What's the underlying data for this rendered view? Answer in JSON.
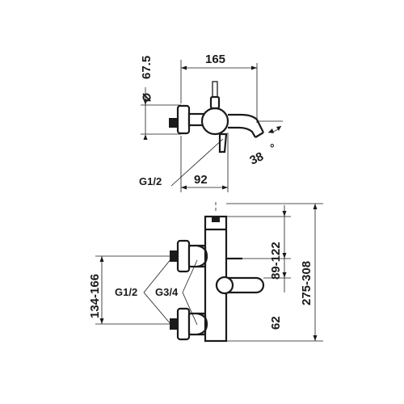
{
  "top_view": {
    "width_dim": "165",
    "diameter_dim": "67.5",
    "diameter_symbol": "⌀",
    "angle_dim": "38",
    "degree_symbol": "°",
    "offset_dim": "92",
    "thread_label": "G1/2"
  },
  "front_view": {
    "height_total_dim": "275-308",
    "height_upper_dim": "89-122",
    "spout_dim": "62",
    "connection_spacing_dim": "134-166",
    "thread_label_a": "G1/2",
    "thread_label_b": "G3/4"
  },
  "colors": {
    "line": "#1a1a1a",
    "background": "#ffffff"
  }
}
